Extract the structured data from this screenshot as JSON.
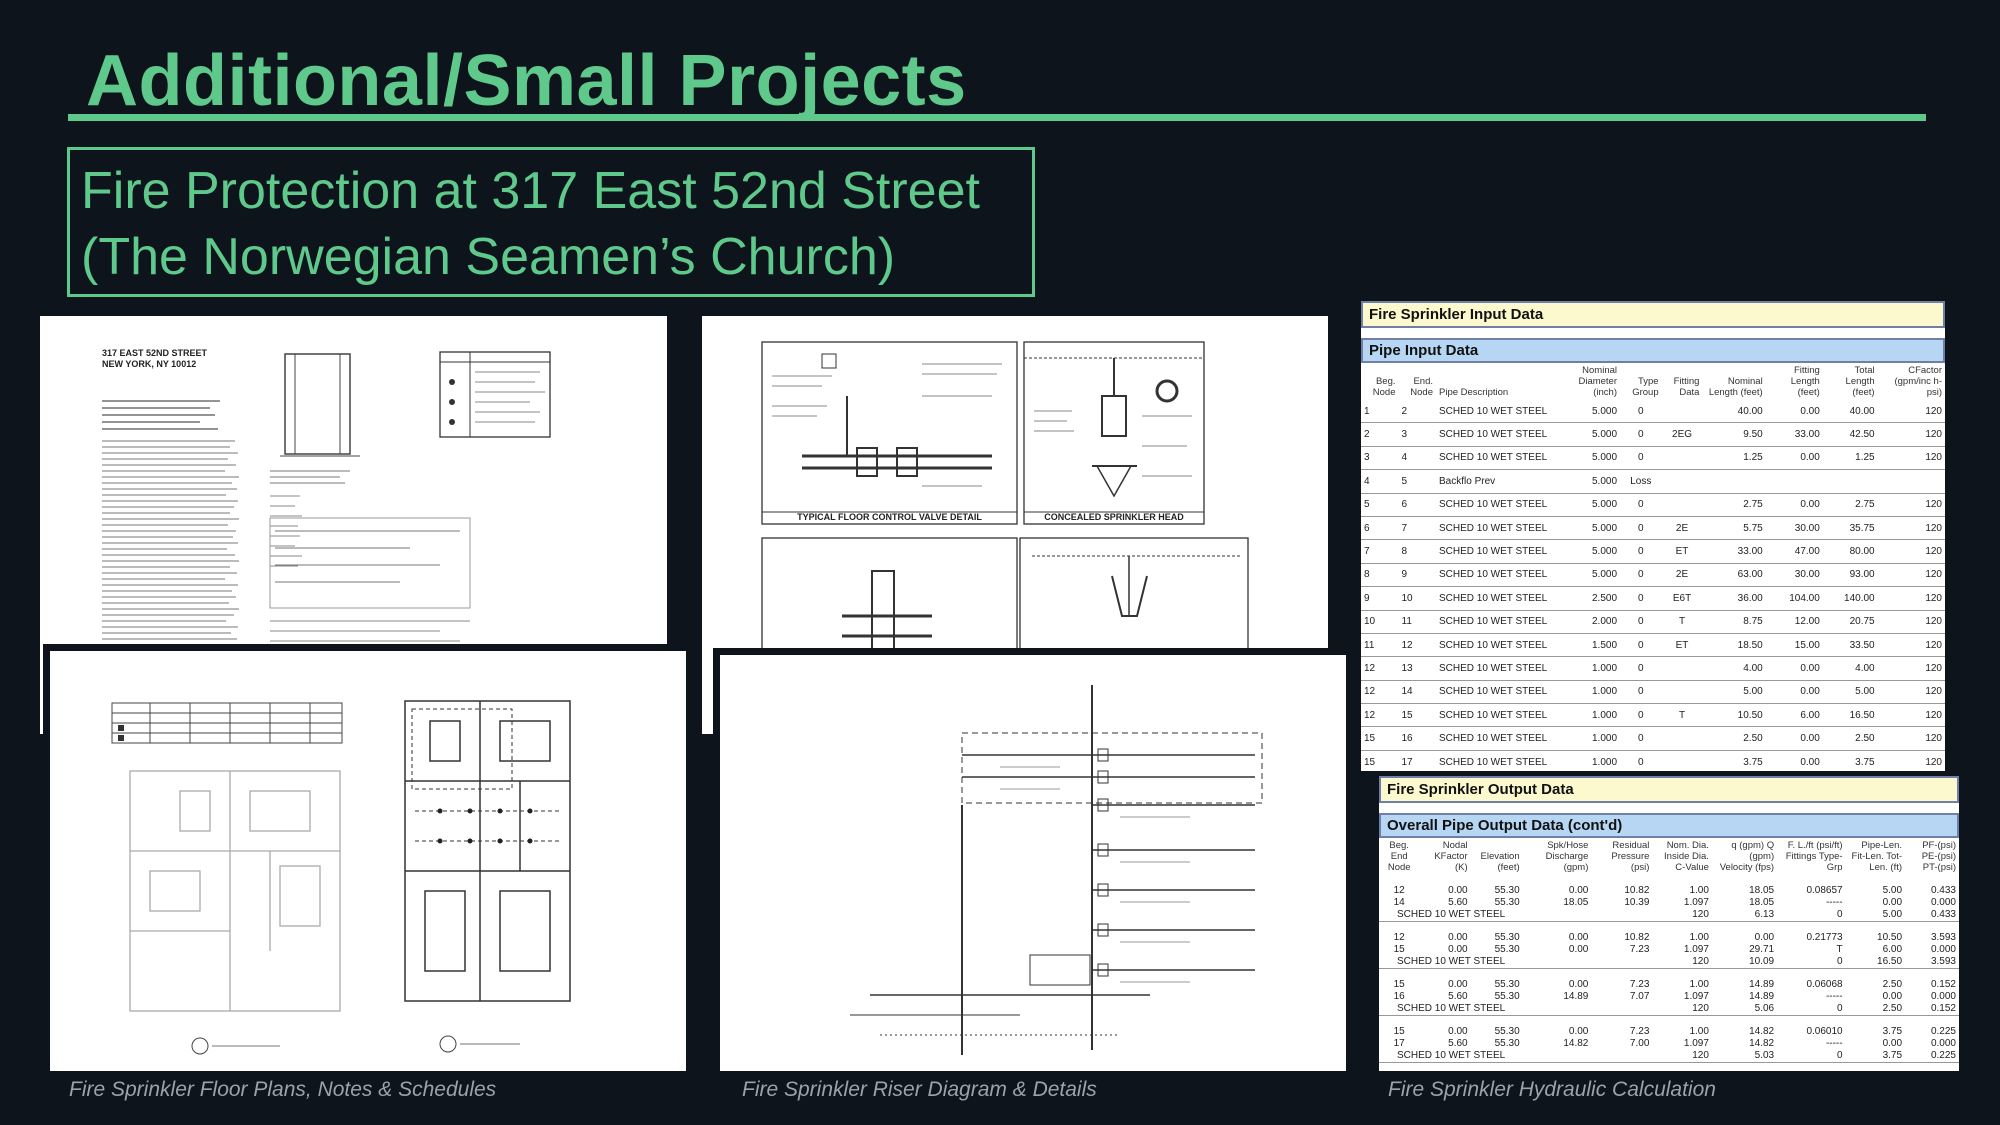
{
  "title": "Additional/Small Projects",
  "subtitle": {
    "line1": "Fire Protection at 317 East 52nd Street",
    "line2": "(The Norwegian Seamen’s Church)"
  },
  "captions": {
    "plans": "Fire Sprinkler Floor Plans, Notes & Schedules",
    "riser": "Fire Sprinkler Riser Diagram & Details",
    "hydraulic": "Fire Sprinkler Hydraulic Calculation"
  },
  "plans_sheet": {
    "address_line1": "317 EAST 52ND STREET",
    "address_line2": "NEW YORK, NY 10012"
  },
  "details_sheet": {
    "detail1": "TYPICAL FLOOR CONTROL VALVE DETAIL",
    "detail2": "CONCEALED SPRINKLER HEAD"
  },
  "input_table": {
    "header": "Fire Sprinkler Input Data",
    "subheader": "Pipe Input Data",
    "columns": [
      "Beg. Node",
      "End. Node",
      "Pipe Description",
      "Nominal Diameter (inch)",
      "Type Group",
      "Fitting Data",
      "Nominal Length (feet)",
      "Fitting Length (feet)",
      "Total Length (feet)",
      "CFactor (gpm/inc h-psi)"
    ],
    "rows": [
      [
        "1",
        "2",
        "SCHED 10 WET STEEL",
        "5.000",
        "0",
        "",
        "40.00",
        "0.00",
        "40.00",
        "120"
      ],
      [
        "2",
        "3",
        "SCHED 10 WET STEEL",
        "5.000",
        "0",
        "2EG",
        "9.50",
        "33.00",
        "42.50",
        "120"
      ],
      [
        "3",
        "4",
        "SCHED 10 WET STEEL",
        "5.000",
        "0",
        "",
        "1.25",
        "0.00",
        "1.25",
        "120"
      ],
      [
        "4",
        "5",
        "Backflo Prev",
        "5.000",
        "Loss",
        "",
        "",
        "",
        "",
        ""
      ],
      [
        "5",
        "6",
        "SCHED 10 WET STEEL",
        "5.000",
        "0",
        "",
        "2.75",
        "0.00",
        "2.75",
        "120"
      ],
      [
        "6",
        "7",
        "SCHED 10 WET STEEL",
        "5.000",
        "0",
        "2E",
        "5.75",
        "30.00",
        "35.75",
        "120"
      ],
      [
        "7",
        "8",
        "SCHED 10 WET STEEL",
        "5.000",
        "0",
        "ET",
        "33.00",
        "47.00",
        "80.00",
        "120"
      ],
      [
        "8",
        "9",
        "SCHED 10 WET STEEL",
        "5.000",
        "0",
        "2E",
        "63.00",
        "30.00",
        "93.00",
        "120"
      ],
      [
        "9",
        "10",
        "SCHED 10 WET STEEL",
        "2.500",
        "0",
        "E6T",
        "36.00",
        "104.00",
        "140.00",
        "120"
      ],
      [
        "10",
        "11",
        "SCHED 10 WET STEEL",
        "2.000",
        "0",
        "T",
        "8.75",
        "12.00",
        "20.75",
        "120"
      ],
      [
        "11",
        "12",
        "SCHED 10 WET STEEL",
        "1.500",
        "0",
        "ET",
        "18.50",
        "15.00",
        "33.50",
        "120"
      ],
      [
        "12",
        "13",
        "SCHED 10 WET STEEL",
        "1.000",
        "0",
        "",
        "4.00",
        "0.00",
        "4.00",
        "120"
      ],
      [
        "12",
        "14",
        "SCHED 10 WET STEEL",
        "1.000",
        "0",
        "",
        "5.00",
        "0.00",
        "5.00",
        "120"
      ],
      [
        "12",
        "15",
        "SCHED 10 WET STEEL",
        "1.000",
        "0",
        "T",
        "10.50",
        "6.00",
        "16.50",
        "120"
      ],
      [
        "15",
        "16",
        "SCHED 10 WET STEEL",
        "1.000",
        "0",
        "",
        "2.50",
        "0.00",
        "2.50",
        "120"
      ],
      [
        "15",
        "17",
        "SCHED 10 WET STEEL",
        "1.000",
        "0",
        "",
        "3.75",
        "0.00",
        "3.75",
        "120"
      ]
    ]
  },
  "output_table": {
    "header": "Fire Sprinkler Output Data",
    "subheader": "Overall Pipe Output Data (cont'd)",
    "columns": [
      "Beg. End Node",
      "Nodal KFactor (K)",
      "Elevation (feet)",
      "Spk/Hose Discharge (gpm)",
      "Residual Pressure (psi)",
      "Nom. Dia. Inside Dia. C-Value",
      "q (gpm) Q (gpm) Velocity (fps)",
      "F. L./ft (psi/ft) Fittings Type-Grp",
      "Pipe-Len. Fit-Len. Tot-Len. (ft)",
      "PF-(psi) PE-(psi) PT-(psi)"
    ],
    "groups": [
      {
        "rows": [
          [
            "12",
            "0.00",
            "55.30",
            "0.00",
            "10.82",
            "1.00",
            "18.05",
            "0.08657",
            "5.00",
            "0.433"
          ],
          [
            "14",
            "5.60",
            "55.30",
            "18.05",
            "10.39",
            "1.097",
            "18.05",
            "-----",
            "0.00",
            "0.000"
          ],
          [
            "SCHED 10 WET STEEL",
            "",
            "",
            "",
            "",
            "120",
            "6.13",
            "0",
            "5.00",
            "0.433"
          ]
        ]
      },
      {
        "rows": [
          [
            "12",
            "0.00",
            "55.30",
            "0.00",
            "10.82",
            "1.00",
            "0.00",
            "0.21773",
            "10.50",
            "3.593"
          ],
          [
            "15",
            "0.00",
            "55.30",
            "0.00",
            "7.23",
            "1.097",
            "29.71",
            "T",
            "6.00",
            "0.000"
          ],
          [
            "SCHED 10 WET STEEL",
            "",
            "",
            "",
            "",
            "120",
            "10.09",
            "0",
            "16.50",
            "3.593"
          ]
        ]
      },
      {
        "rows": [
          [
            "15",
            "0.00",
            "55.30",
            "0.00",
            "7.23",
            "1.00",
            "14.89",
            "0.06068",
            "2.50",
            "0.152"
          ],
          [
            "16",
            "5.60",
            "55.30",
            "14.89",
            "7.07",
            "1.097",
            "14.89",
            "-----",
            "0.00",
            "0.000"
          ],
          [
            "SCHED 10 WET STEEL",
            "",
            "",
            "",
            "",
            "120",
            "5.06",
            "0",
            "2.50",
            "0.152"
          ]
        ]
      },
      {
        "rows": [
          [
            "15",
            "0.00",
            "55.30",
            "0.00",
            "7.23",
            "1.00",
            "14.82",
            "0.06010",
            "3.75",
            "0.225"
          ],
          [
            "17",
            "5.60",
            "55.30",
            "14.82",
            "7.00",
            "1.097",
            "14.82",
            "-----",
            "0.00",
            "0.000"
          ],
          [
            "SCHED 10 WET STEEL",
            "",
            "",
            "",
            "",
            "120",
            "5.03",
            "0",
            "3.75",
            "0.225"
          ]
        ]
      }
    ]
  }
}
